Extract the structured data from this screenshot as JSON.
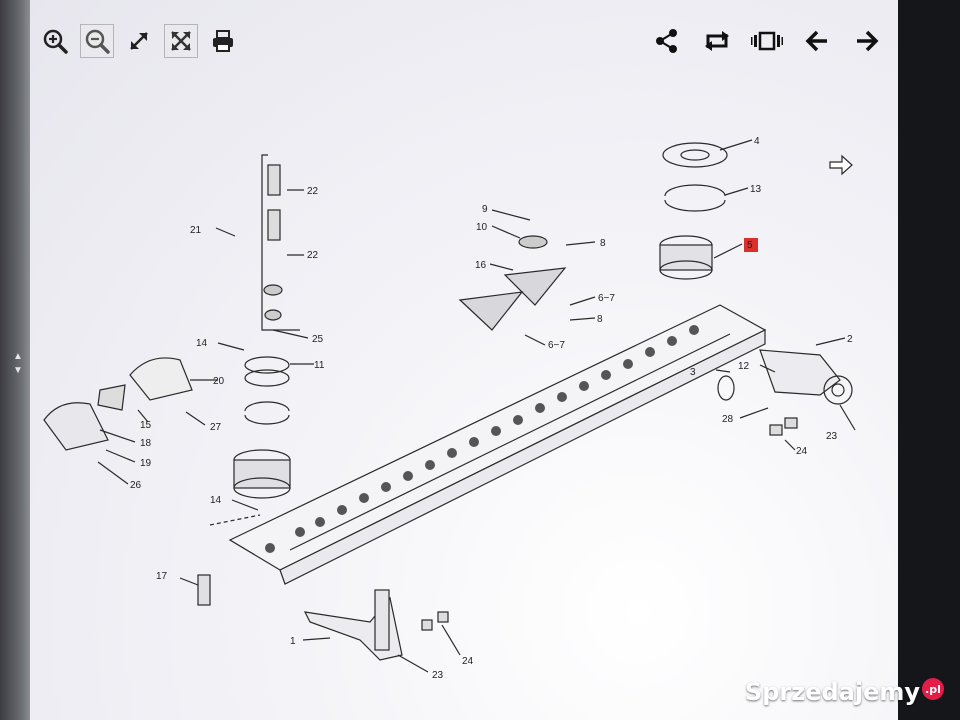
{
  "toolbar": {
    "left": [
      {
        "id": "zoom-in",
        "icon": "zoom-in-icon"
      },
      {
        "id": "zoom-out",
        "icon": "zoom-out-icon"
      },
      {
        "id": "expand",
        "icon": "expand-arrows-icon"
      },
      {
        "id": "fit",
        "icon": "fit-screen-icon"
      },
      {
        "id": "print",
        "icon": "printer-icon"
      }
    ],
    "right": [
      {
        "id": "share",
        "icon": "share-icon"
      },
      {
        "id": "rotate",
        "icon": "swap-icon"
      },
      {
        "id": "filmstrip",
        "icon": "filmstrip-icon"
      },
      {
        "id": "back",
        "icon": "arrow-left-icon"
      },
      {
        "id": "forward",
        "icon": "arrow-right-icon"
      }
    ]
  },
  "diagram": {
    "part_labels": {
      "p1": "1",
      "p2": "2",
      "p3": "3",
      "p4": "4",
      "p5": "5",
      "p8a": "8",
      "p8b": "8",
      "p9": "9",
      "p10": "10",
      "p11": "11",
      "p12": "12",
      "p13": "13",
      "p14a": "14",
      "p14b": "14",
      "p15": "15",
      "p16": "16",
      "p17": "17",
      "p18": "18",
      "p19": "19",
      "p20": "20",
      "p21": "21",
      "p22a": "22",
      "p22b": "22",
      "p23a": "23",
      "p23b": "23",
      "p24a": "24",
      "p24b": "24",
      "p25": "25",
      "p26": "26",
      "p27": "27",
      "p28": "28",
      "p67a": "6−7",
      "p67b": "6−7"
    },
    "highlight_color": "#d9302c"
  },
  "watermark": {
    "brand": "Sprzedajemy",
    "tld": ".pl"
  }
}
